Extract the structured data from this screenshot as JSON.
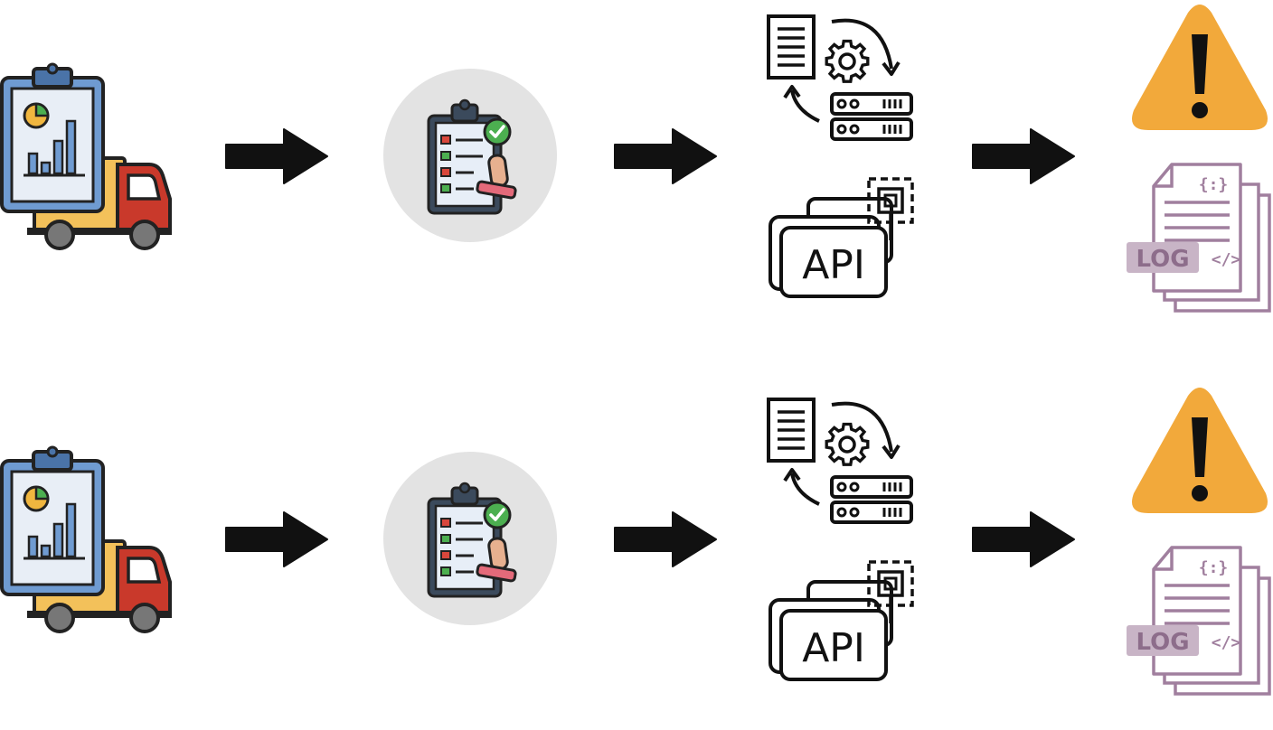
{
  "flows": [
    {
      "id": "flow-1",
      "steps": [
        {
          "icon": "delivery-report-truck-icon"
        },
        {
          "icon": "approval-checklist-icon"
        },
        {
          "icon": "document-server-sync-icon"
        },
        {
          "icon": "api-windows-icon",
          "label": "API"
        },
        {
          "icon": "warning-triangle-icon"
        },
        {
          "icon": "log-file-icon",
          "label": "LOG",
          "code_label": "</>",
          "brace_label": "{:}"
        }
      ]
    },
    {
      "id": "flow-2",
      "steps": [
        {
          "icon": "delivery-report-truck-icon"
        },
        {
          "icon": "approval-checklist-icon"
        },
        {
          "icon": "document-server-sync-icon"
        },
        {
          "icon": "api-windows-icon",
          "label": "API"
        },
        {
          "icon": "warning-triangle-icon"
        },
        {
          "icon": "log-file-icon",
          "label": "LOG",
          "code_label": "</>",
          "brace_label": "{:}"
        }
      ]
    }
  ],
  "colors": {
    "arrow": "#111111",
    "warning": "#f2a93b",
    "log": "#a07f9e",
    "log_badge": "#c8b4c6",
    "circle_bg": "#e3e3e3",
    "truck_red": "#c9392b",
    "truck_cargo": "#f3c15a",
    "clipboard_blue": "#6f9bd1"
  }
}
